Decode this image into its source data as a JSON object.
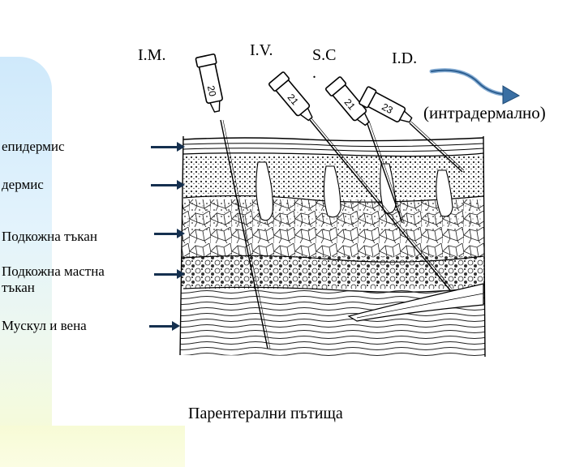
{
  "routes": {
    "im": "I.M.",
    "iv": "I.V.",
    "sc_line1": "S.C",
    "sc_line2": ".",
    "id": "I.D.",
    "id_note": "(интрадермално)"
  },
  "layers": [
    "епидермис",
    "дермис",
    "Подкожна тъкан",
    "Подкожна мастна",
    "тъкан",
    "Мускул и вена"
  ],
  "needle_gauges": [
    "20",
    "21",
    "21",
    "23"
  ],
  "caption": "Парентерални пътища"
}
